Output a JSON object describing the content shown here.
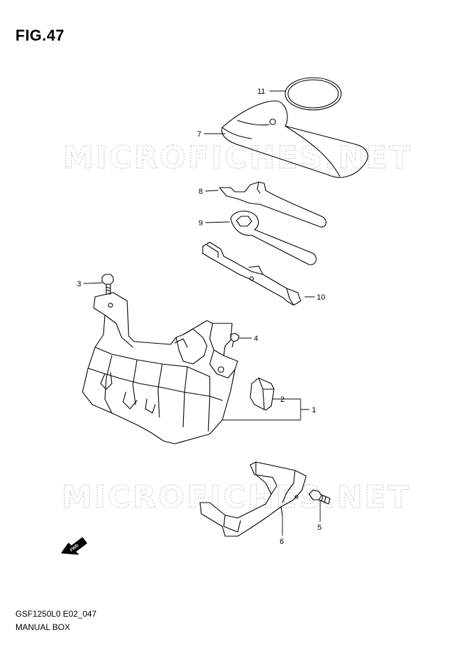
{
  "figure": {
    "title": "FIG.47"
  },
  "footer": {
    "code": "GSF1250L0 E02_047",
    "name": "MANUAL BOX"
  },
  "watermark": {
    "text": "MICROFICHES.NET"
  },
  "fwd_label": "FWD",
  "callouts": {
    "c1": "1",
    "c2": "2",
    "c3": "3",
    "c4": "4",
    "c5": "5",
    "c6": "6",
    "c7": "7",
    "c8": "8",
    "c9": "9",
    "c10": "10",
    "c11": "11"
  },
  "colors": {
    "line": "#000000",
    "watermark": "#cfcfcf",
    "background": "#ffffff"
  }
}
